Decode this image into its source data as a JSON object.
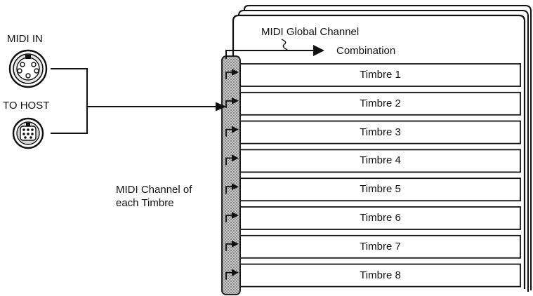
{
  "labels": {
    "midi_in": "MIDI IN",
    "to_host": "TO HOST",
    "global_channel": "MIDI Global Channel",
    "combination": "Combination",
    "channel_of_each_line1": "MIDI Channel of",
    "channel_of_each_line2": "each Timbre"
  },
  "timbres": [
    "Timbre 1",
    "Timbre 2",
    "Timbre 3",
    "Timbre 4",
    "Timbre 5",
    "Timbre 6",
    "Timbre 7",
    "Timbre 8"
  ],
  "colors": {
    "ink": "#111111",
    "bus_fill": "#9a9a9a",
    "panel": "#ffffff"
  }
}
